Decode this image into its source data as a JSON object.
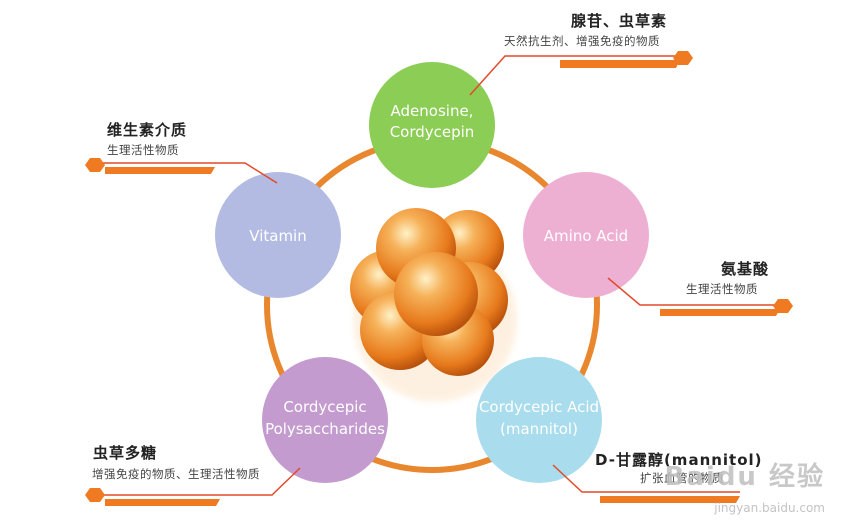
{
  "nodes": {
    "adenosine": {
      "line1": "Adenosine,",
      "line2": "Cordycepin",
      "color": "#8ccd55"
    },
    "amino": {
      "line1": "Amino Acid",
      "color": "#eeb0d2"
    },
    "acid": {
      "line1": "Cordycepic Acid",
      "line2": "(mannitol)",
      "color": "#a9dcec"
    },
    "poly": {
      "line1": "Cordycepic",
      "line2": "Polysaccharides",
      "color": "#c49bcf"
    },
    "vitamin": {
      "line1": "Vitamin",
      "color": "#b3bbe3"
    }
  },
  "labels": {
    "adenosine": {
      "title": "腺苷、虫草素",
      "sub": "天然抗生剂、增强免疫的物质"
    },
    "vitamin": {
      "title": "维生素介质",
      "sub": "生理活性物质"
    },
    "amino": {
      "title": "氨基酸",
      "sub": "生理活性物质"
    },
    "poly": {
      "title": "虫草多糖",
      "sub": "增强免疫的物质、生理活性物质"
    },
    "mannitol": {
      "title": "D-甘露醇(mannitol)",
      "sub": "扩张血管的物质"
    }
  },
  "colors": {
    "ring": "#e8872e",
    "accent": "#f07a22",
    "sphere": "#f0a040"
  },
  "watermark": {
    "brand": "Baidu 经验",
    "url": "jingyan.baidu.com"
  }
}
